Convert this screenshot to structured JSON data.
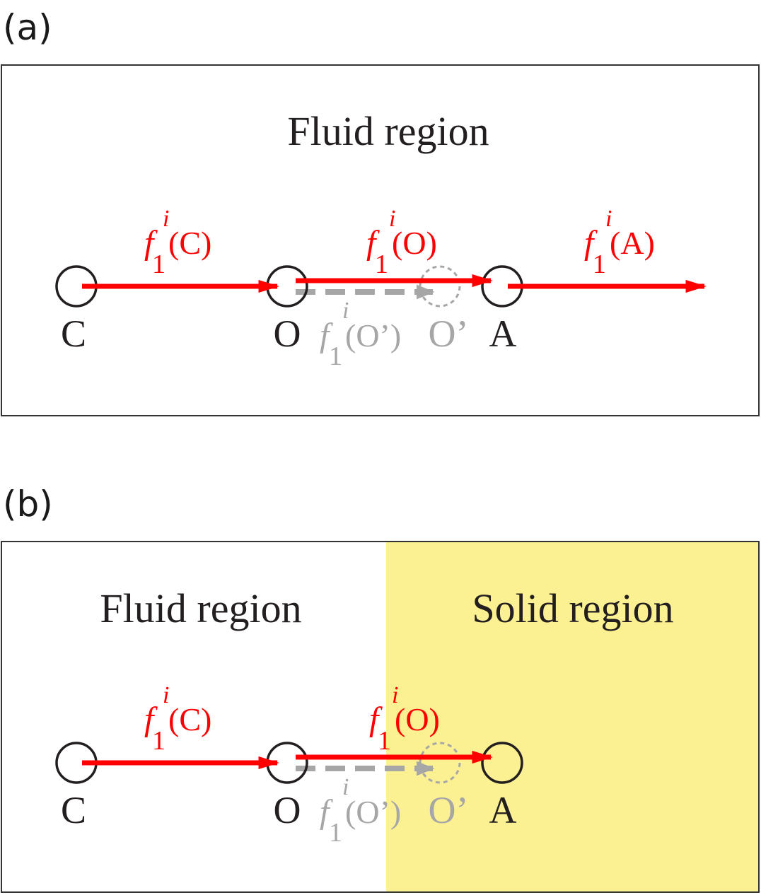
{
  "panels": [
    {
      "id": "a",
      "letter": "(a)",
      "fluid_label": "Fluid region",
      "solid_label": "",
      "nodes": {
        "c": "C",
        "o": "O",
        "a": "A",
        "o_prime": "O’"
      },
      "forces": [
        {
          "id": "fc",
          "f": "f",
          "sup": "i",
          "sub": "1",
          "arg": "(C)"
        },
        {
          "id": "fo",
          "f": "f",
          "sup": "i",
          "sub": "1",
          "arg": "(O)"
        },
        {
          "id": "fa",
          "f": "f",
          "sup": "i",
          "sub": "1",
          "arg": "(A)"
        },
        {
          "id": "fop",
          "f": "f",
          "sup": "i",
          "sub": "1",
          "arg": "(O’)"
        }
      ]
    },
    {
      "id": "b",
      "letter": "(b)",
      "fluid_label": "Fluid region",
      "solid_label": "Solid region",
      "nodes": {
        "c": "C",
        "o": "O",
        "a": "A",
        "o_prime": "O’"
      },
      "forces": [
        {
          "id": "fc",
          "f": "f",
          "sup": "i",
          "sub": "1",
          "arg": "(C)"
        },
        {
          "id": "fo",
          "f": "f",
          "sup": "i",
          "sub": "1",
          "arg": "(O)"
        },
        {
          "id": "fop",
          "f": "f",
          "sup": "i",
          "sub": "1",
          "arg": "(O’)"
        }
      ]
    }
  ],
  "colors": {
    "force_arrow": "#ff0000",
    "ghost_arrow": "#a6a6a6",
    "node_stroke": "#231f20",
    "frame": "#333333",
    "solid_fill": "#fcf192"
  }
}
